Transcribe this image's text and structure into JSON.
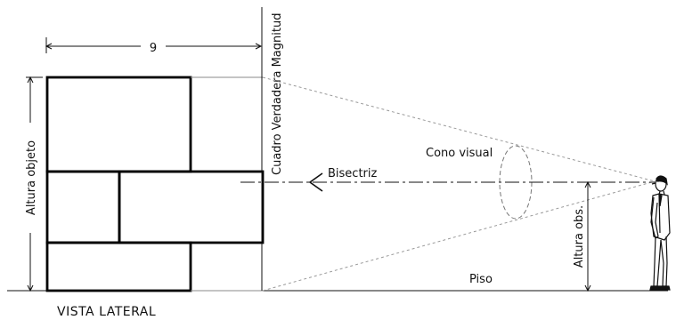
{
  "labels": {
    "dimension_width": "9",
    "object_height": "Altura objeto",
    "true_magnitude_frame": "Cuadro Verdadera Magnitud",
    "visual_cone": "Cono visual",
    "bisector": "Bisectriz",
    "observer_height": "Altura obs.",
    "floor": "Piso",
    "view_title": "VISTA LATERAL"
  }
}
